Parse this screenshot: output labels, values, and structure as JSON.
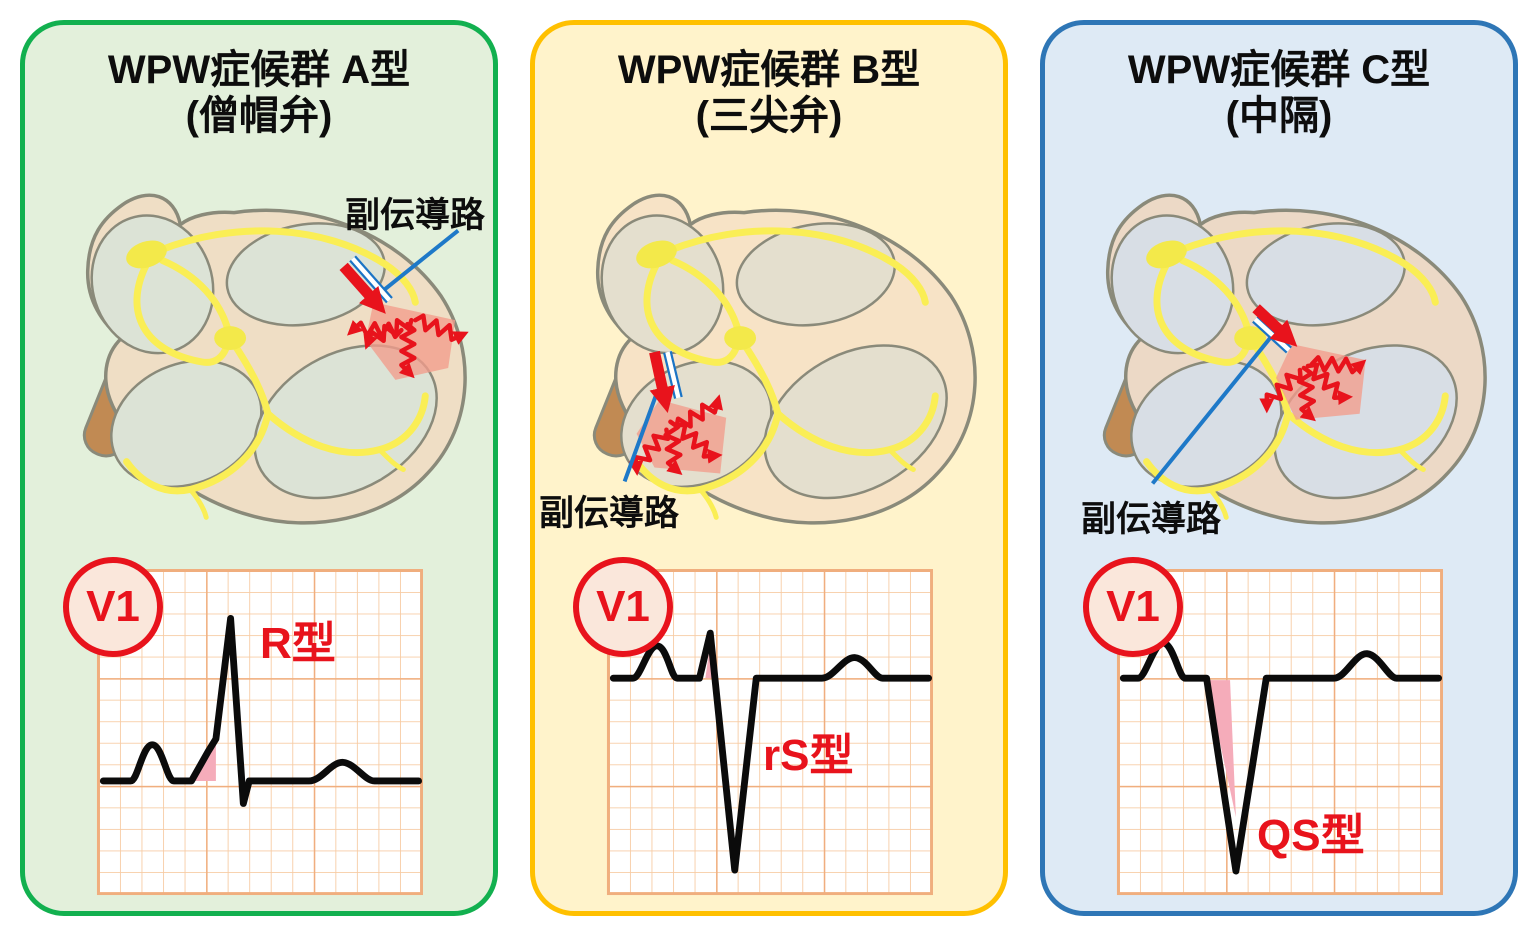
{
  "panels": [
    {
      "type_label": "WPW症候群 A型",
      "location_label": "(僧帽弁)",
      "pathway_label": "副伝導路",
      "ecg_lead": "V1",
      "qrs_morphology": "R型",
      "border_color": "#12B04F",
      "background_color": "#E3F0DB"
    },
    {
      "type_label": "WPW症候群 B型",
      "location_label": "(三尖弁)",
      "pathway_label": "副伝導路",
      "ecg_lead": "V1",
      "qrs_morphology": "rS型",
      "border_color": "#FFC000",
      "background_color": "#FFF3CB"
    },
    {
      "type_label": "WPW症候群 C型",
      "location_label": "(中隔)",
      "pathway_label": "副伝導路",
      "ecg_lead": "V1",
      "qrs_morphology": "QS型",
      "border_color": "#2E76B6",
      "background_color": "#DEEAF5"
    }
  ],
  "colors": {
    "ecg_trace": "#0B0B0B",
    "ecg_grid_minor": "#F7CBA3",
    "ecg_grid_major": "#F0AE7E",
    "delta_wave_highlight": "#F5ACBA",
    "preexcitation_zone": "#F29C8C",
    "accent_red": "#E8131C",
    "pointer_blue": "#1E79C8",
    "conduction_yellow": "#FAEE55",
    "node_yellow": "#F3E94A",
    "heart_wall": "#F2DFC6",
    "chamber_gray": "#DCE3D6",
    "vessel_brown": "#C18A53"
  }
}
